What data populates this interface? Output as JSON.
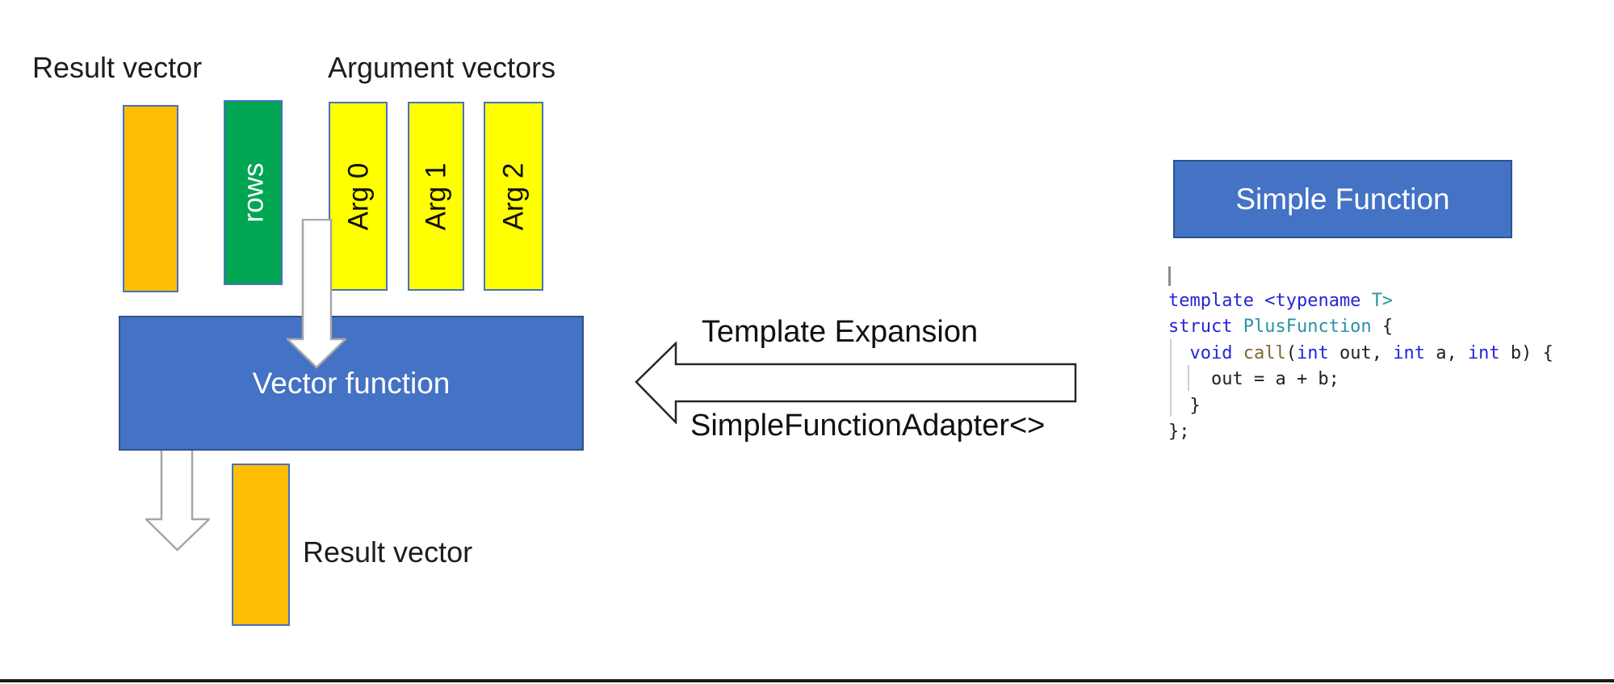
{
  "diagram": {
    "top_left_title": "Result vector",
    "top_right_title": "Argument vectors",
    "rows_bar_label": "rows",
    "arg_bars": [
      {
        "label": "Arg 0"
      },
      {
        "label": "Arg 1"
      },
      {
        "label": "Arg 2"
      }
    ],
    "vector_function_label": "Vector function",
    "bottom_result_label": "Result vector"
  },
  "transform_arrow": {
    "top_label": "Template Expansion",
    "bottom_label": "SimpleFunctionAdapter<>"
  },
  "simple_function": {
    "title": "Simple Function"
  },
  "code": {
    "lines": [
      {
        "tokens": []
      },
      {
        "tokens": [
          {
            "t": "template",
            "c": "kw"
          },
          {
            "t": " ",
            "c": "pl"
          },
          {
            "t": "<",
            "c": "kw"
          },
          {
            "t": "typename",
            "c": "kw"
          },
          {
            "t": " ",
            "c": "pl"
          },
          {
            "t": "T>",
            "c": "ty"
          }
        ]
      },
      {
        "tokens": [
          {
            "t": "struct",
            "c": "kw"
          },
          {
            "t": " ",
            "c": "pl"
          },
          {
            "t": "PlusFunction",
            "c": "ty"
          },
          {
            "t": " {",
            "c": "pl"
          }
        ]
      },
      {
        "tokens": [
          {
            "t": "  ",
            "c": "pl"
          },
          {
            "t": "void",
            "c": "kw"
          },
          {
            "t": " ",
            "c": "pl"
          },
          {
            "t": "call",
            "c": "fn"
          },
          {
            "t": "(",
            "c": "pl"
          },
          {
            "t": "int",
            "c": "kw"
          },
          {
            "t": " out, ",
            "c": "pl"
          },
          {
            "t": "int",
            "c": "kw"
          },
          {
            "t": " a, ",
            "c": "pl"
          },
          {
            "t": "int",
            "c": "kw"
          },
          {
            "t": " b) {",
            "c": "pl"
          }
        ]
      },
      {
        "tokens": [
          {
            "t": "    out = a + b;",
            "c": "pl"
          }
        ]
      },
      {
        "tokens": [
          {
            "t": "  }",
            "c": "pl"
          }
        ]
      },
      {
        "tokens": [
          {
            "t": "};",
            "c": "pl"
          }
        ]
      }
    ]
  },
  "colors": {
    "orange_bar": "#FFBD06",
    "green_bar": "#00A651",
    "yellow_bar": "#FFFF00",
    "bar_border": "#4472C4",
    "blue_box_fill": "#4472C4",
    "blue_box_border": "#2F528F",
    "down_arrow_stroke": "#A6A6A6",
    "big_arrow_stroke": "#262626",
    "code_keyword": "#2525d8",
    "code_type": "#2a93a4",
    "code_function": "#7d682b",
    "code_plain": "#1f1f1f",
    "bottom_rule": "#1a1a1a"
  }
}
